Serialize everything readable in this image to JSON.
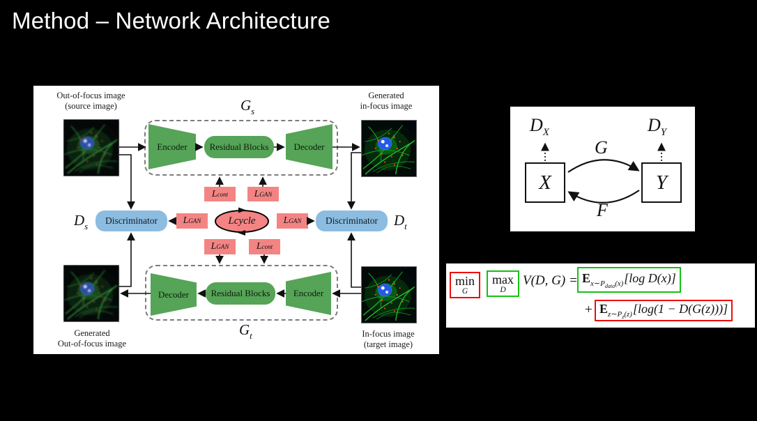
{
  "slide": {
    "title": "Method – Network Architecture"
  },
  "colors": {
    "background": "#000000",
    "panel": "#ffffff",
    "generator_green": "#56a457",
    "loss_pink": "#f48484",
    "discriminator_blue": "#8cbcdf",
    "annotation_red": "#ee0c0c",
    "annotation_green": "#15c115"
  },
  "architecture": {
    "captions": {
      "source": [
        "Out-of-focus image",
        "(source image)"
      ],
      "generated_infocus": [
        "Generated",
        "in-focus image"
      ],
      "generated_outfocus": [
        "Generated",
        "Out-of-focus image"
      ],
      "target": [
        "In-focus image",
        "(target image)"
      ]
    },
    "blocks": {
      "encoder": "Encoder",
      "decoder": "Decoder",
      "residual": "Residual Blocks",
      "discriminator": "Discriminator"
    },
    "symbols": {
      "gs": {
        "base": "G",
        "sub": "s"
      },
      "gt": {
        "base": "G",
        "sub": "t"
      },
      "ds": {
        "base": "D",
        "sub": "s"
      },
      "dt": {
        "base": "D",
        "sub": "t"
      }
    },
    "losses": {
      "cont": {
        "base": "L",
        "sub": "cont"
      },
      "gan": {
        "base": "L",
        "sub": "GAN"
      },
      "cycle": {
        "base": "L",
        "sub": "cycle"
      }
    }
  },
  "cyclegan": {
    "dx": {
      "base": "D",
      "sub": "X"
    },
    "dy": {
      "base": "D",
      "sub": "Y"
    },
    "x": "X",
    "y": "Y",
    "g": "G",
    "f": "F"
  },
  "equation": {
    "min": {
      "op": "min",
      "sub": "G"
    },
    "max": {
      "op": "max",
      "sub": "D"
    },
    "value": "V(D, G) =",
    "term1": {
      "e": "E",
      "sub": "x∼P",
      "subsub": "data",
      "subtail": "(x)",
      "body": "[log D(x)]"
    },
    "plus": "+",
    "term2": {
      "e": "E",
      "sub": "z∼P",
      "subsub": "z",
      "subtail": "(z)",
      "body": "[log(1 − D(G(z)))]"
    }
  }
}
